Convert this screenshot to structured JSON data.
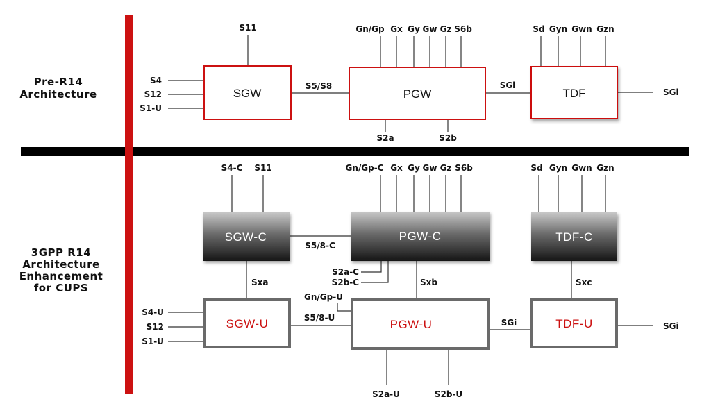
{
  "sections": {
    "pre_r14": [
      "Pre-R14",
      "Architecture"
    ],
    "r14": [
      "3GPP R14",
      "Architecture",
      "Enhancement",
      "for CUPS"
    ]
  },
  "top": {
    "sgw": {
      "name": "SGW",
      "left_interfaces": [
        "S4",
        "S12",
        "S1-U"
      ],
      "top_interfaces": [
        "S11"
      ]
    },
    "link_sgw_pgw": "S5/S8",
    "pgw": {
      "name": "PGW",
      "top_interfaces": [
        "Gn/Gp",
        "Gx",
        "Gy",
        "Gw",
        "Gz",
        "S6b"
      ],
      "bottom_interfaces": [
        "S2a",
        "S2b"
      ]
    },
    "link_pgw_tdf": "SGi",
    "tdf": {
      "name": "TDF",
      "top_interfaces": [
        "Sd",
        "Gyn",
        "Gwn",
        "Gzn"
      ],
      "right_interface": "SGi"
    }
  },
  "bottom": {
    "sgw_c": {
      "name": "SGW-C",
      "top_interfaces": [
        "S4-C",
        "S11"
      ]
    },
    "link_sgwc_pgwc": "S5/8-C",
    "pgw_c": {
      "name": "PGW-C",
      "top_interfaces": [
        "Gn/Gp-C",
        "Gx",
        "Gy",
        "Gw",
        "Gz",
        "S6b"
      ],
      "bottom_interfaces": [
        "S2a-C",
        "S2b-C"
      ]
    },
    "tdf_c": {
      "name": "TDF-C",
      "top_interfaces": [
        "Sd",
        "Gyn",
        "Gwn",
        "Gzn"
      ]
    },
    "sxa": "Sxa",
    "sxb": "Sxb",
    "sxc": "Sxc",
    "sgw_u": {
      "name": "SGW-U",
      "left_interfaces": [
        "S4-U",
        "S12",
        "S1-U"
      ]
    },
    "link_sgwu_pgwu": "S5/8-U",
    "pgw_u": {
      "name": "PGW-U",
      "left_top_interface": "Gn/Gp-U",
      "bottom_interfaces": [
        "S2a-U",
        "S2b-U"
      ]
    },
    "link_pgwu_tdfu": "SGi",
    "tdf_u": {
      "name": "TDF-U",
      "right_interface": "SGi"
    }
  },
  "colors": {
    "red_bar": "#cc1111",
    "black_bar": "#000000",
    "red_border": "#cc1111",
    "u_border": "#6a6a6a",
    "c_gradient_top": "#c4c4c4",
    "c_gradient_bottom": "#1a1a1a",
    "u_text": "#cc1111"
  }
}
